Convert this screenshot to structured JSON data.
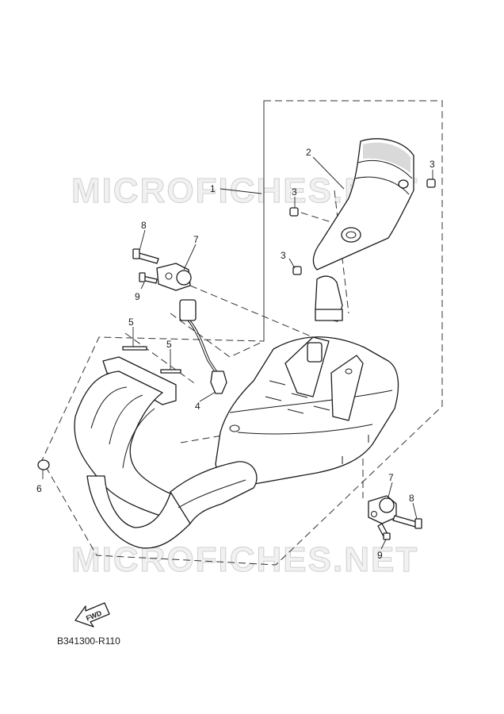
{
  "watermark": "MICROFICHES.NET",
  "diagram_code": "B341300-R110",
  "fwd_label": "FWD",
  "callouts": {
    "c1": "1",
    "c2": "2",
    "c3a": "3",
    "c3b": "3",
    "c3c": "3",
    "c4": "4",
    "c5a": "5",
    "c5b": "5",
    "c6": "6",
    "c7a": "7",
    "c7b": "7",
    "c8a": "8",
    "c8b": "8",
    "c9a": "9",
    "c9b": "9"
  }
}
